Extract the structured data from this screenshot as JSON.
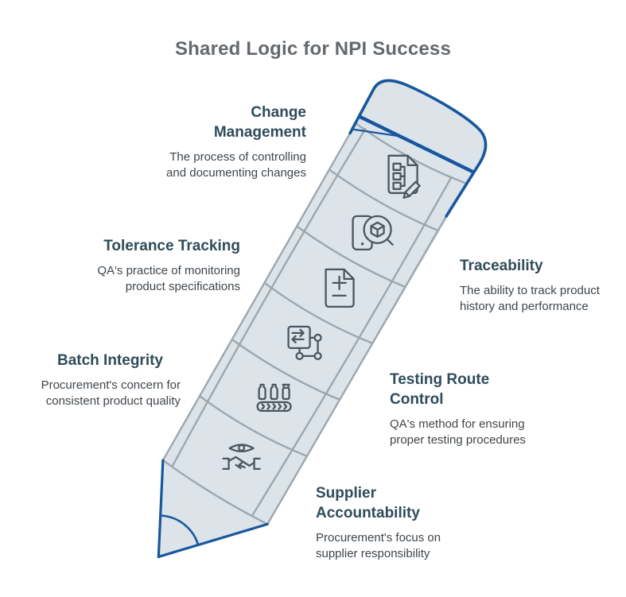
{
  "title": "Shared Logic for NPI Success",
  "colors": {
    "pencil_fill": "#DCE4E9",
    "pencil_line_gray": "#9DA7AE",
    "accent_blue": "#17579E",
    "heading_text": "#2E4C5A",
    "body_text": "#3E454B",
    "title_text": "#64696E",
    "icon_stroke": "#4C5660"
  },
  "pencil": {
    "segments": 6
  },
  "items": [
    {
      "id": "change-management",
      "heading_lines": [
        "Change",
        "Management"
      ],
      "desc_lines": [
        "The process of controlling",
        "and documenting changes"
      ],
      "icon": "document-edit-icon",
      "side": "left"
    },
    {
      "id": "tolerance-tracking",
      "heading_lines": [
        "Tolerance Tracking"
      ],
      "desc_lines": [
        "QA's practice of monitoring",
        "product specifications"
      ],
      "icon": "tolerance-document-icon",
      "side": "left"
    },
    {
      "id": "batch-integrity",
      "heading_lines": [
        "Batch Integrity"
      ],
      "desc_lines": [
        "Procurement's concern for",
        "consistent product quality"
      ],
      "icon": "batch-conveyor-icon",
      "side": "left"
    },
    {
      "id": "traceability",
      "heading_lines": [
        "Traceability"
      ],
      "desc_lines": [
        "The ability to track product",
        "history and performance"
      ],
      "icon": "product-search-icon",
      "side": "right"
    },
    {
      "id": "testing-route-control",
      "heading_lines": [
        "Testing Route",
        "Control"
      ],
      "desc_lines": [
        "QA's method for ensuring",
        "proper testing procedures"
      ],
      "icon": "route-swap-icon",
      "side": "right"
    },
    {
      "id": "supplier-accountability",
      "heading_lines": [
        "Supplier",
        "Accountability"
      ],
      "desc_lines": [
        "Procurement's focus on",
        "supplier responsibility"
      ],
      "icon": "handshake-eye-icon",
      "side": "right"
    }
  ]
}
